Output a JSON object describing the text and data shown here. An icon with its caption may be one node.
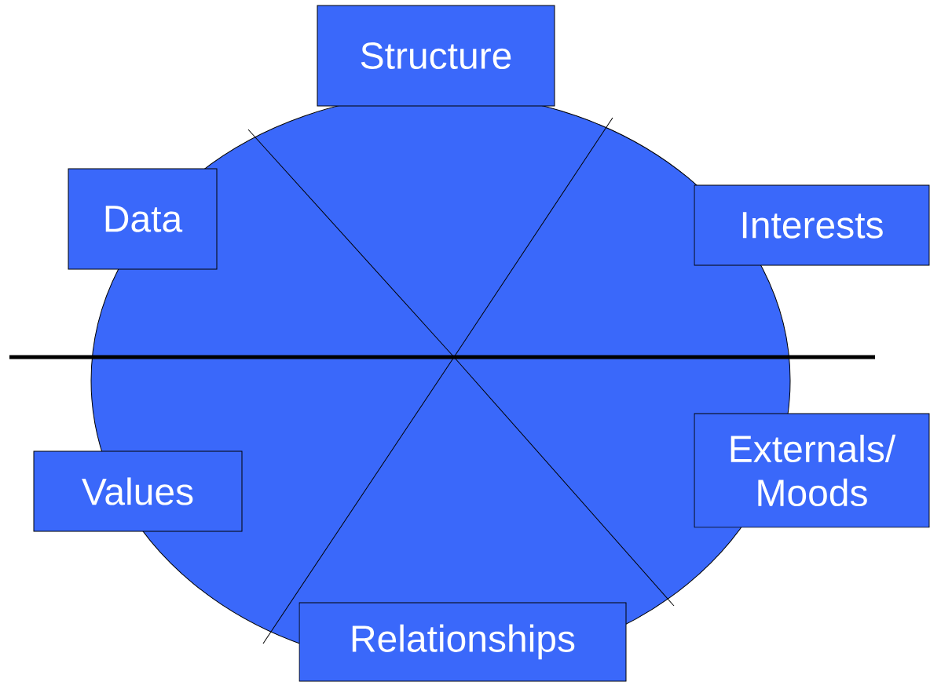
{
  "diagram": {
    "nodes": [
      {
        "text": [
          "Structure"
        ]
      },
      {
        "text": [
          "Data"
        ]
      },
      {
        "text": [
          "Interests"
        ]
      },
      {
        "text": [
          "Externals/ Moods"
        ]
      },
      {
        "text": [
          "Values"
        ]
      },
      {
        "text": [
          "Relationships"
        ]
      }
    ]
  }
}
